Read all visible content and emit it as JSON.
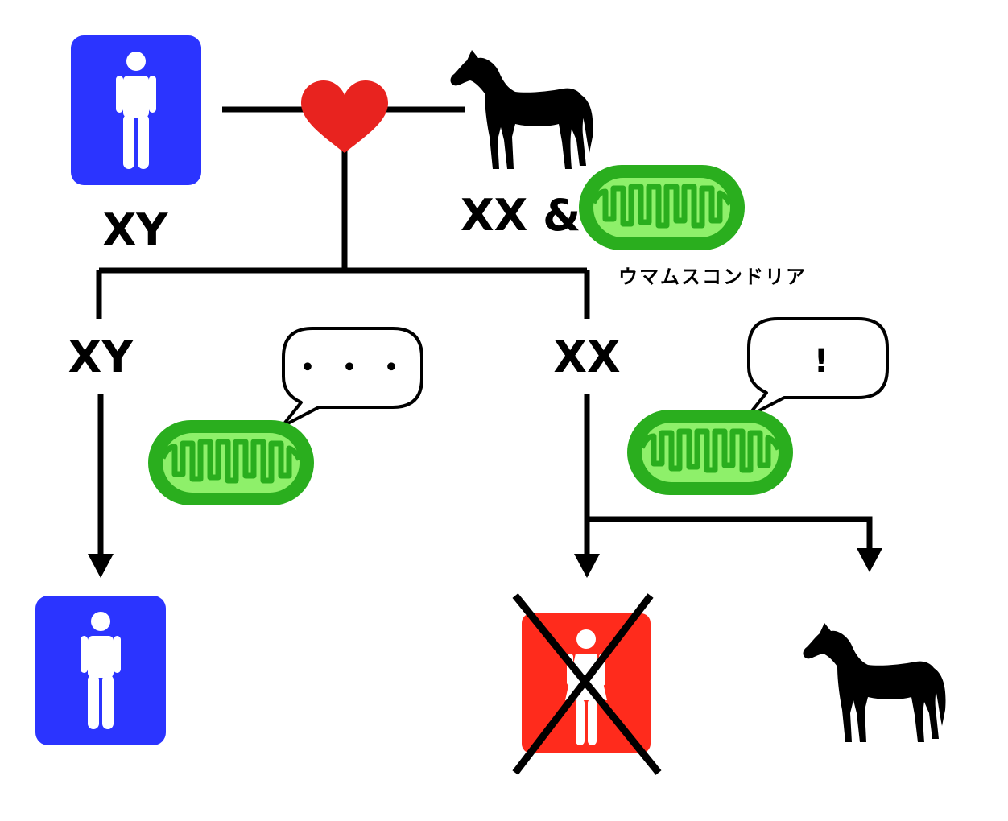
{
  "labels": {
    "father_genotype": "XY",
    "mother_genotype": "XX &",
    "mito_caption": "ウマムスコンドリア",
    "son_genotype": "XY",
    "daughter_genotype": "XX"
  },
  "bubbles": {
    "son_mito_speech": "・・・",
    "daughter_mito_speech": "!"
  },
  "colors": {
    "male_sign": "#2b34ff",
    "female_sign": "#ff2b1c",
    "heart": "#e8231f",
    "mito_outer": "#2aae1e",
    "mito_inner": "#8ef06a",
    "line": "#000000"
  }
}
